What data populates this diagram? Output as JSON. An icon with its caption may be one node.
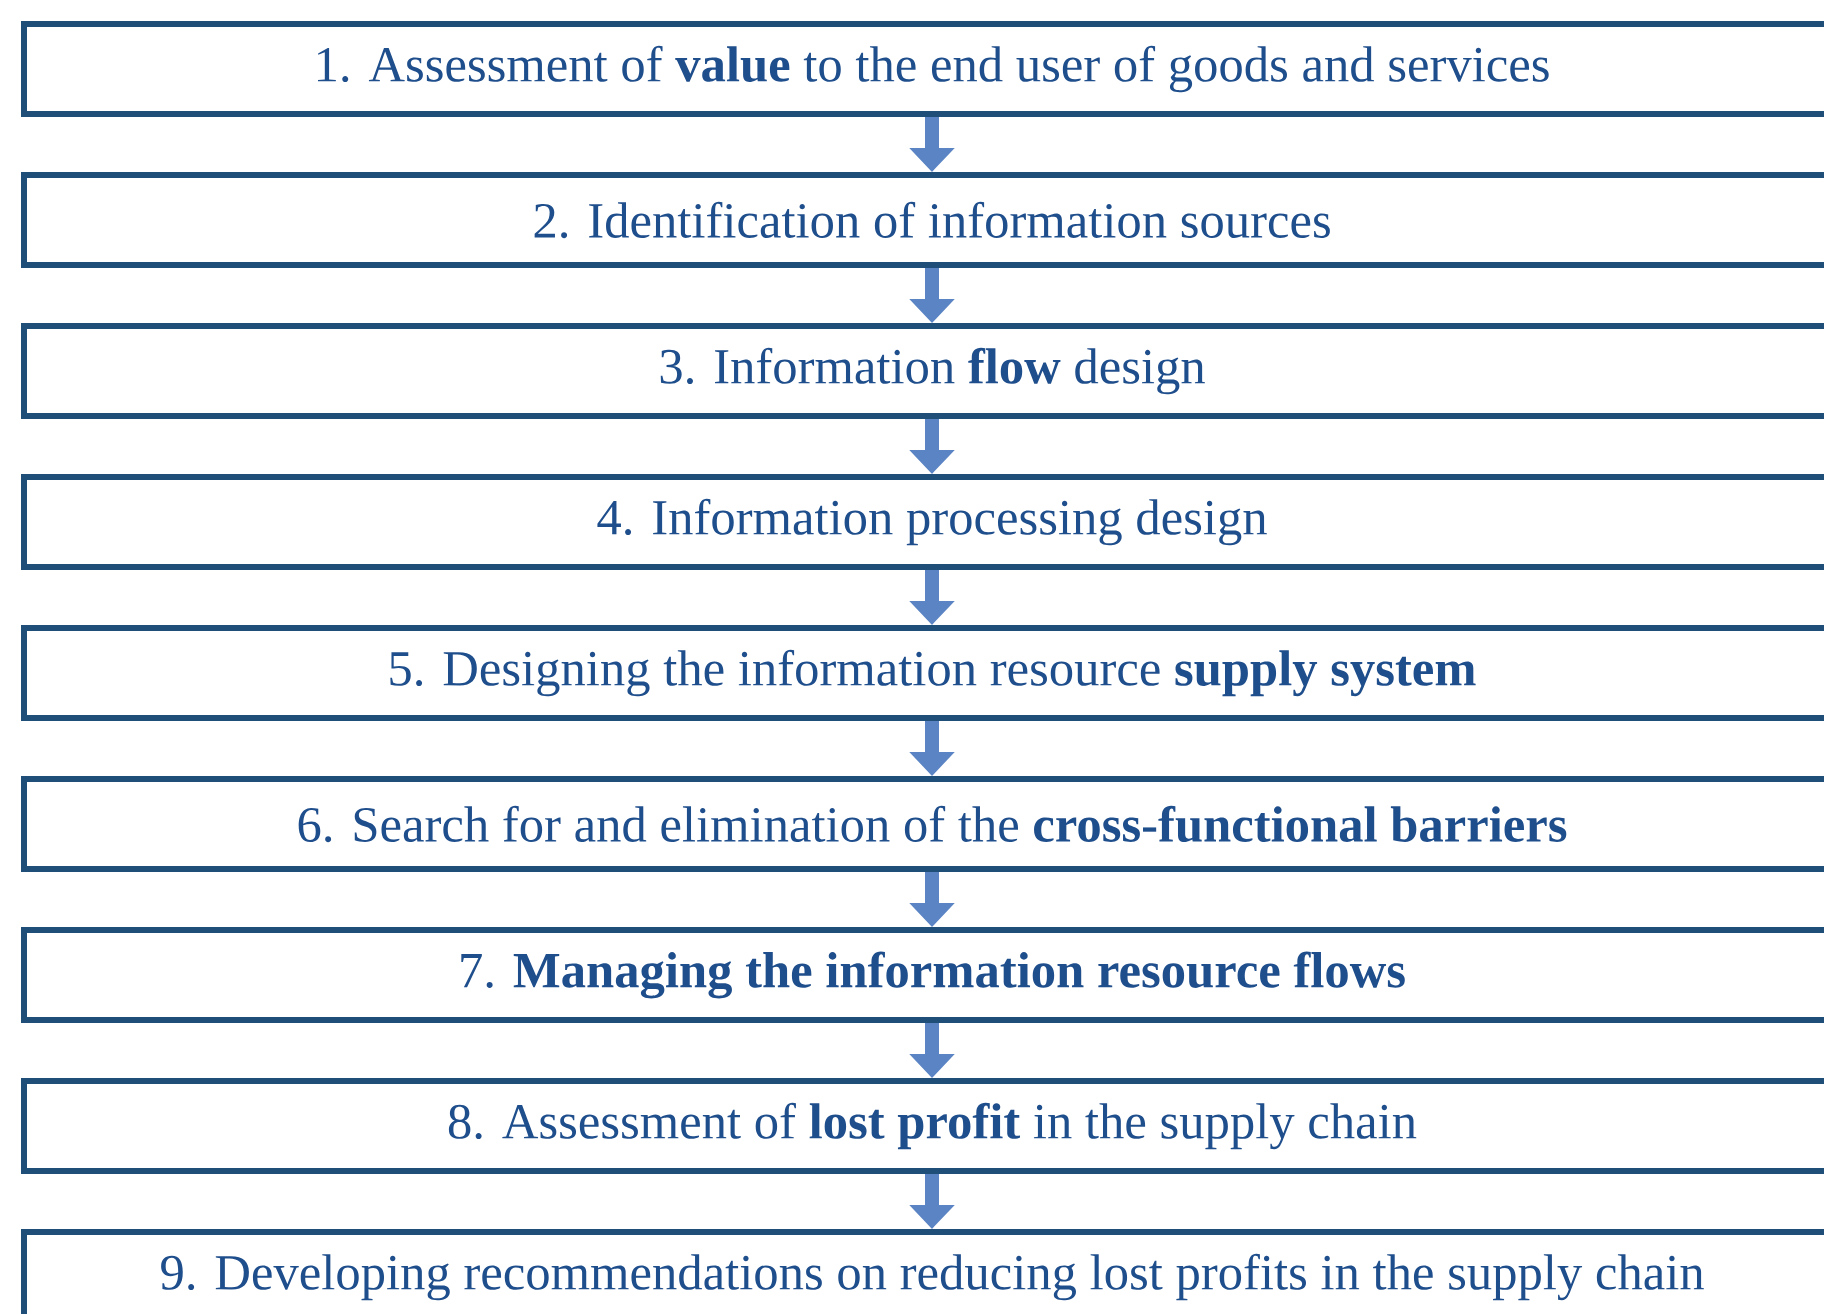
{
  "diagram": {
    "nodes": [
      {
        "text": [
          "1. Assessment of **value** to the end user of goods and services"
        ]
      },
      {
        "text": [
          "2. Identification of information sources"
        ]
      },
      {
        "text": [
          "3. Information **flow** design"
        ]
      },
      {
        "text": [
          "4. Information processing design"
        ]
      },
      {
        "text": [
          "5. Designing the information resource **supply system**"
        ]
      },
      {
        "text": [
          "6. Search for and elimination of the **cross-functional barriers**"
        ]
      },
      {
        "text": [
          "7. **Managing the information resource flows**"
        ]
      },
      {
        "text": [
          "8. Assessment of **lost profit** in the supply chain"
        ]
      },
      {
        "text": [
          "9. Developing recommendations on reducing lost profits in the supply chain"
        ]
      }
    ],
    "edges": [
      {
        "from": 0,
        "to": 1,
        "arrow": "to"
      },
      {
        "from": 1,
        "to": 2,
        "arrow": "to"
      },
      {
        "from": 2,
        "to": 3,
        "arrow": "to"
      },
      {
        "from": 3,
        "to": 4,
        "arrow": "to"
      },
      {
        "from": 4,
        "to": 5,
        "arrow": "to"
      },
      {
        "from": 5,
        "to": 6,
        "arrow": "to"
      },
      {
        "from": 6,
        "to": 7,
        "arrow": "to"
      },
      {
        "from": 7,
        "to": 8,
        "arrow": "to"
      }
    ]
  }
}
